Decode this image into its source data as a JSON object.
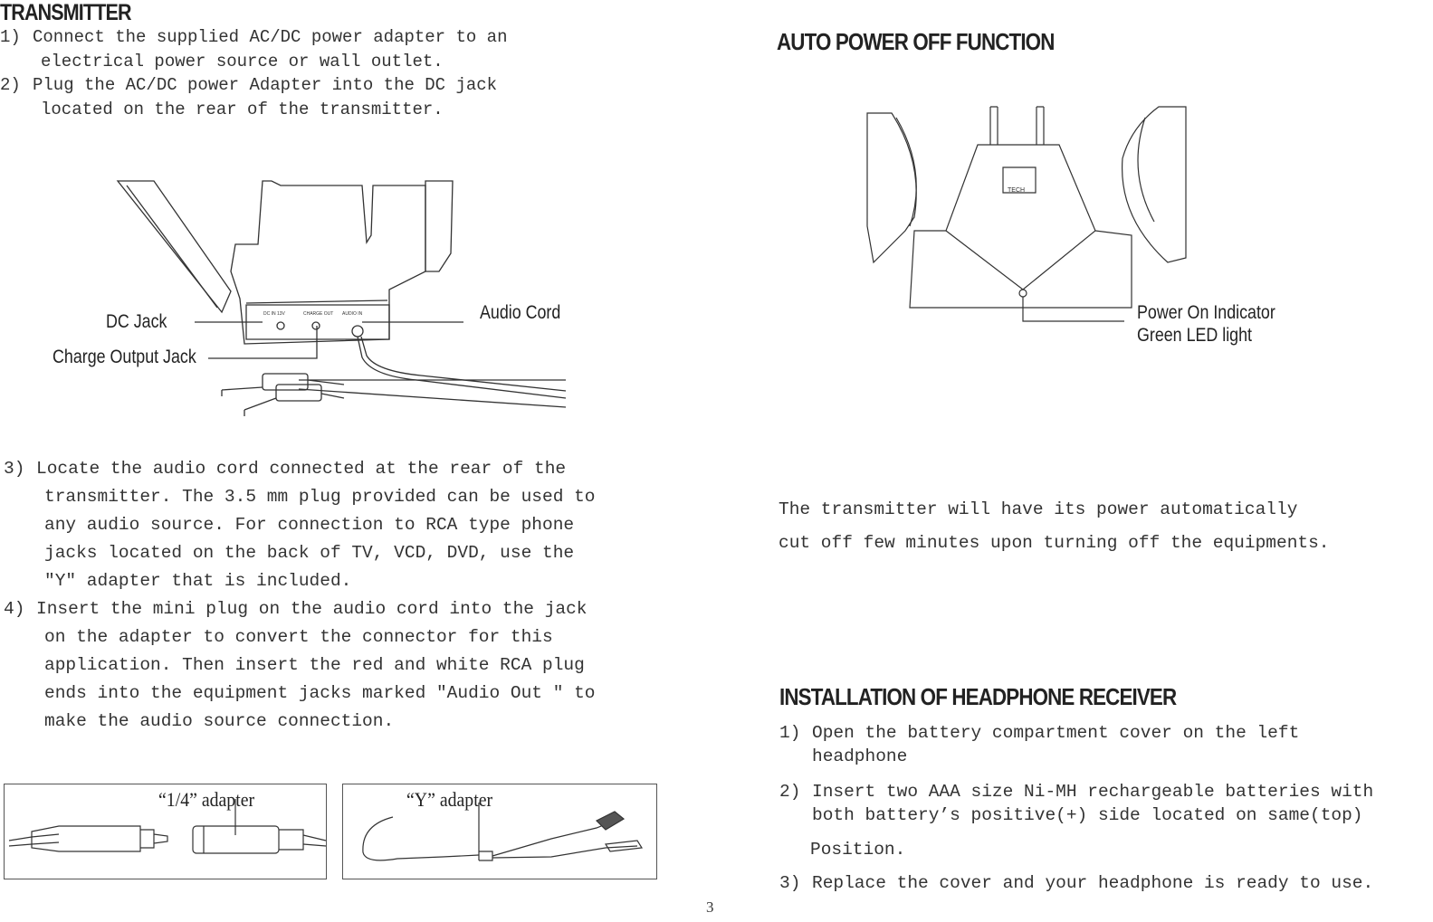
{
  "transmitter": {
    "heading": "TRANSMITTER",
    "step1": {
      "num": "1)",
      "line1": "Connect the supplied AC/DC power adapter to an",
      "line2": "electrical power source or wall outlet."
    },
    "step2": {
      "num": "2)",
      "line1": "Plug the AC/DC power Adapter into the DC jack",
      "line2": "located on the rear of the transmitter."
    },
    "figure": {
      "dc_jack": "DC Jack",
      "charge_output_jack": "Charge Output Jack",
      "audio_cord": "Audio Cord"
    },
    "step3": {
      "num": "3)",
      "lines": [
        "Locate the audio cord connected at the rear of the",
        "transmitter. The 3.5 mm plug provided can be used to",
        "any audio source.  For connection to RCA type phone",
        "jacks located on the back of TV, VCD, DVD, use the",
        "\"Y\" adapter that is included."
      ]
    },
    "step4": {
      "num": "4)",
      "lines": [
        "Insert the mini plug on the audio cord into the jack",
        "on the adapter to convert the connector for this",
        "application. Then insert the red and white RCA plug",
        "ends into the equipment jacks marked \"Audio Out \" to",
        "make the audio source connection."
      ]
    },
    "adapter_quarter": "“1/4” adapter",
    "adapter_y": "“Y” adapter"
  },
  "auto_power_off": {
    "heading": "AUTO POWER OFF FUNCTION",
    "indicator_line1": "Power On Indicator",
    "indicator_line2": "Green LED light",
    "logo_text": "TECH",
    "line1": "The transmitter will have its power automatically",
    "line2": "cut off few minutes upon turning off the equipments."
  },
  "installation": {
    "heading": "INSTALLATION OF HEADPHONE RECEIVER",
    "step1": {
      "num": "1)",
      "line1": "Open the battery compartment cover on the left",
      "line2": "headphone"
    },
    "step2": {
      "num": "2)",
      "line1": "Insert two AAA size Ni-MH rechargeable batteries with",
      "line2": "both battery’s positive(+) side located on same(top)",
      "line3": "Position."
    },
    "step3": {
      "num": "3)",
      "line1": "Replace the cover and your headphone is ready to use."
    }
  },
  "page_number": "3"
}
